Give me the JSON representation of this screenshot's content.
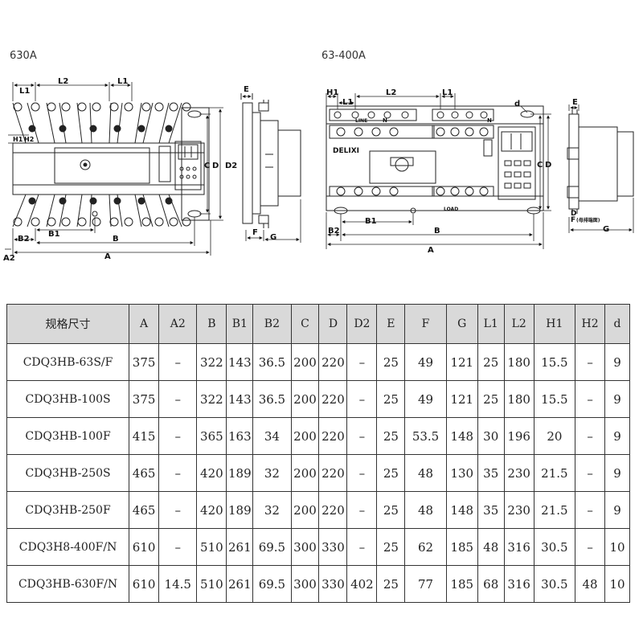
{
  "drawings": {
    "left_title": "630A",
    "right_title": "63-400A",
    "left_front_labels": {
      "l1": "L1",
      "l2": "L2",
      "l1b": "L1",
      "h1": "H1",
      "h2": "H2",
      "c": "C",
      "d": "D",
      "d2": "D2",
      "b1": "B1",
      "b2": "B2",
      "b": "B",
      "a2": "A2",
      "a": "A"
    },
    "left_side_labels": {
      "e": "E",
      "f": "F",
      "g": "G"
    },
    "right_front_labels": {
      "h1": "H1",
      "l1": "L1",
      "l2": "L2",
      "l1b": "L1",
      "d": "d",
      "line": "LINE",
      "n1": "N",
      "n2": "N",
      "load": "LOAD",
      "c": "C",
      "d_dim": "D",
      "b1": "B1",
      "b2": "B2",
      "b": "B",
      "a": "A",
      "brand": "DELIXI"
    },
    "right_side_labels": {
      "e": "E",
      "d": "D",
      "f": "F",
      "f_note": "(母排端面)",
      "g": "G"
    }
  },
  "table": {
    "headers": [
      "规格尺寸",
      "A",
      "A2",
      "B",
      "B1",
      "B2",
      "C",
      "D",
      "D2",
      "E",
      "F",
      "G",
      "L1",
      "L2",
      "H1",
      "H2",
      "d"
    ],
    "rows": [
      [
        "CDQ3HB-63S/F",
        "375",
        "–",
        "322",
        "143",
        "36.5",
        "200",
        "220",
        "–",
        "25",
        "49",
        "121",
        "25",
        "180",
        "15.5",
        "–",
        "9"
      ],
      [
        "CDQ3HB-100S",
        "375",
        "–",
        "322",
        "143",
        "36.5",
        "200",
        "220",
        "–",
        "25",
        "49",
        "121",
        "25",
        "180",
        "15.5",
        "–",
        "9"
      ],
      [
        "CDQ3HB-100F",
        "415",
        "–",
        "365",
        "163",
        "34",
        "200",
        "220",
        "–",
        "25",
        "53.5",
        "148",
        "30",
        "196",
        "20",
        "–",
        "9"
      ],
      [
        "CDQ3HB-250S",
        "465",
        "–",
        "420",
        "189",
        "32",
        "200",
        "220",
        "–",
        "25",
        "48",
        "130",
        "35",
        "230",
        "21.5",
        "–",
        "9"
      ],
      [
        "CDQ3HB-250F",
        "465",
        "–",
        "420",
        "189",
        "32",
        "200",
        "220",
        "–",
        "25",
        "48",
        "148",
        "35",
        "230",
        "21.5",
        "–",
        "9"
      ],
      [
        "CDQ3H8-400F/N",
        "610",
        "–",
        "510",
        "261",
        "69.5",
        "300",
        "330",
        "–",
        "25",
        "62",
        "185",
        "48",
        "316",
        "30.5",
        "–",
        "10"
      ],
      [
        "CDQ3HB-630F/N",
        "610",
        "14.5",
        "510",
        "261",
        "69.5",
        "300",
        "330",
        "402",
        "25",
        "77",
        "185",
        "68",
        "316",
        "30.5",
        "48",
        "10"
      ]
    ]
  }
}
